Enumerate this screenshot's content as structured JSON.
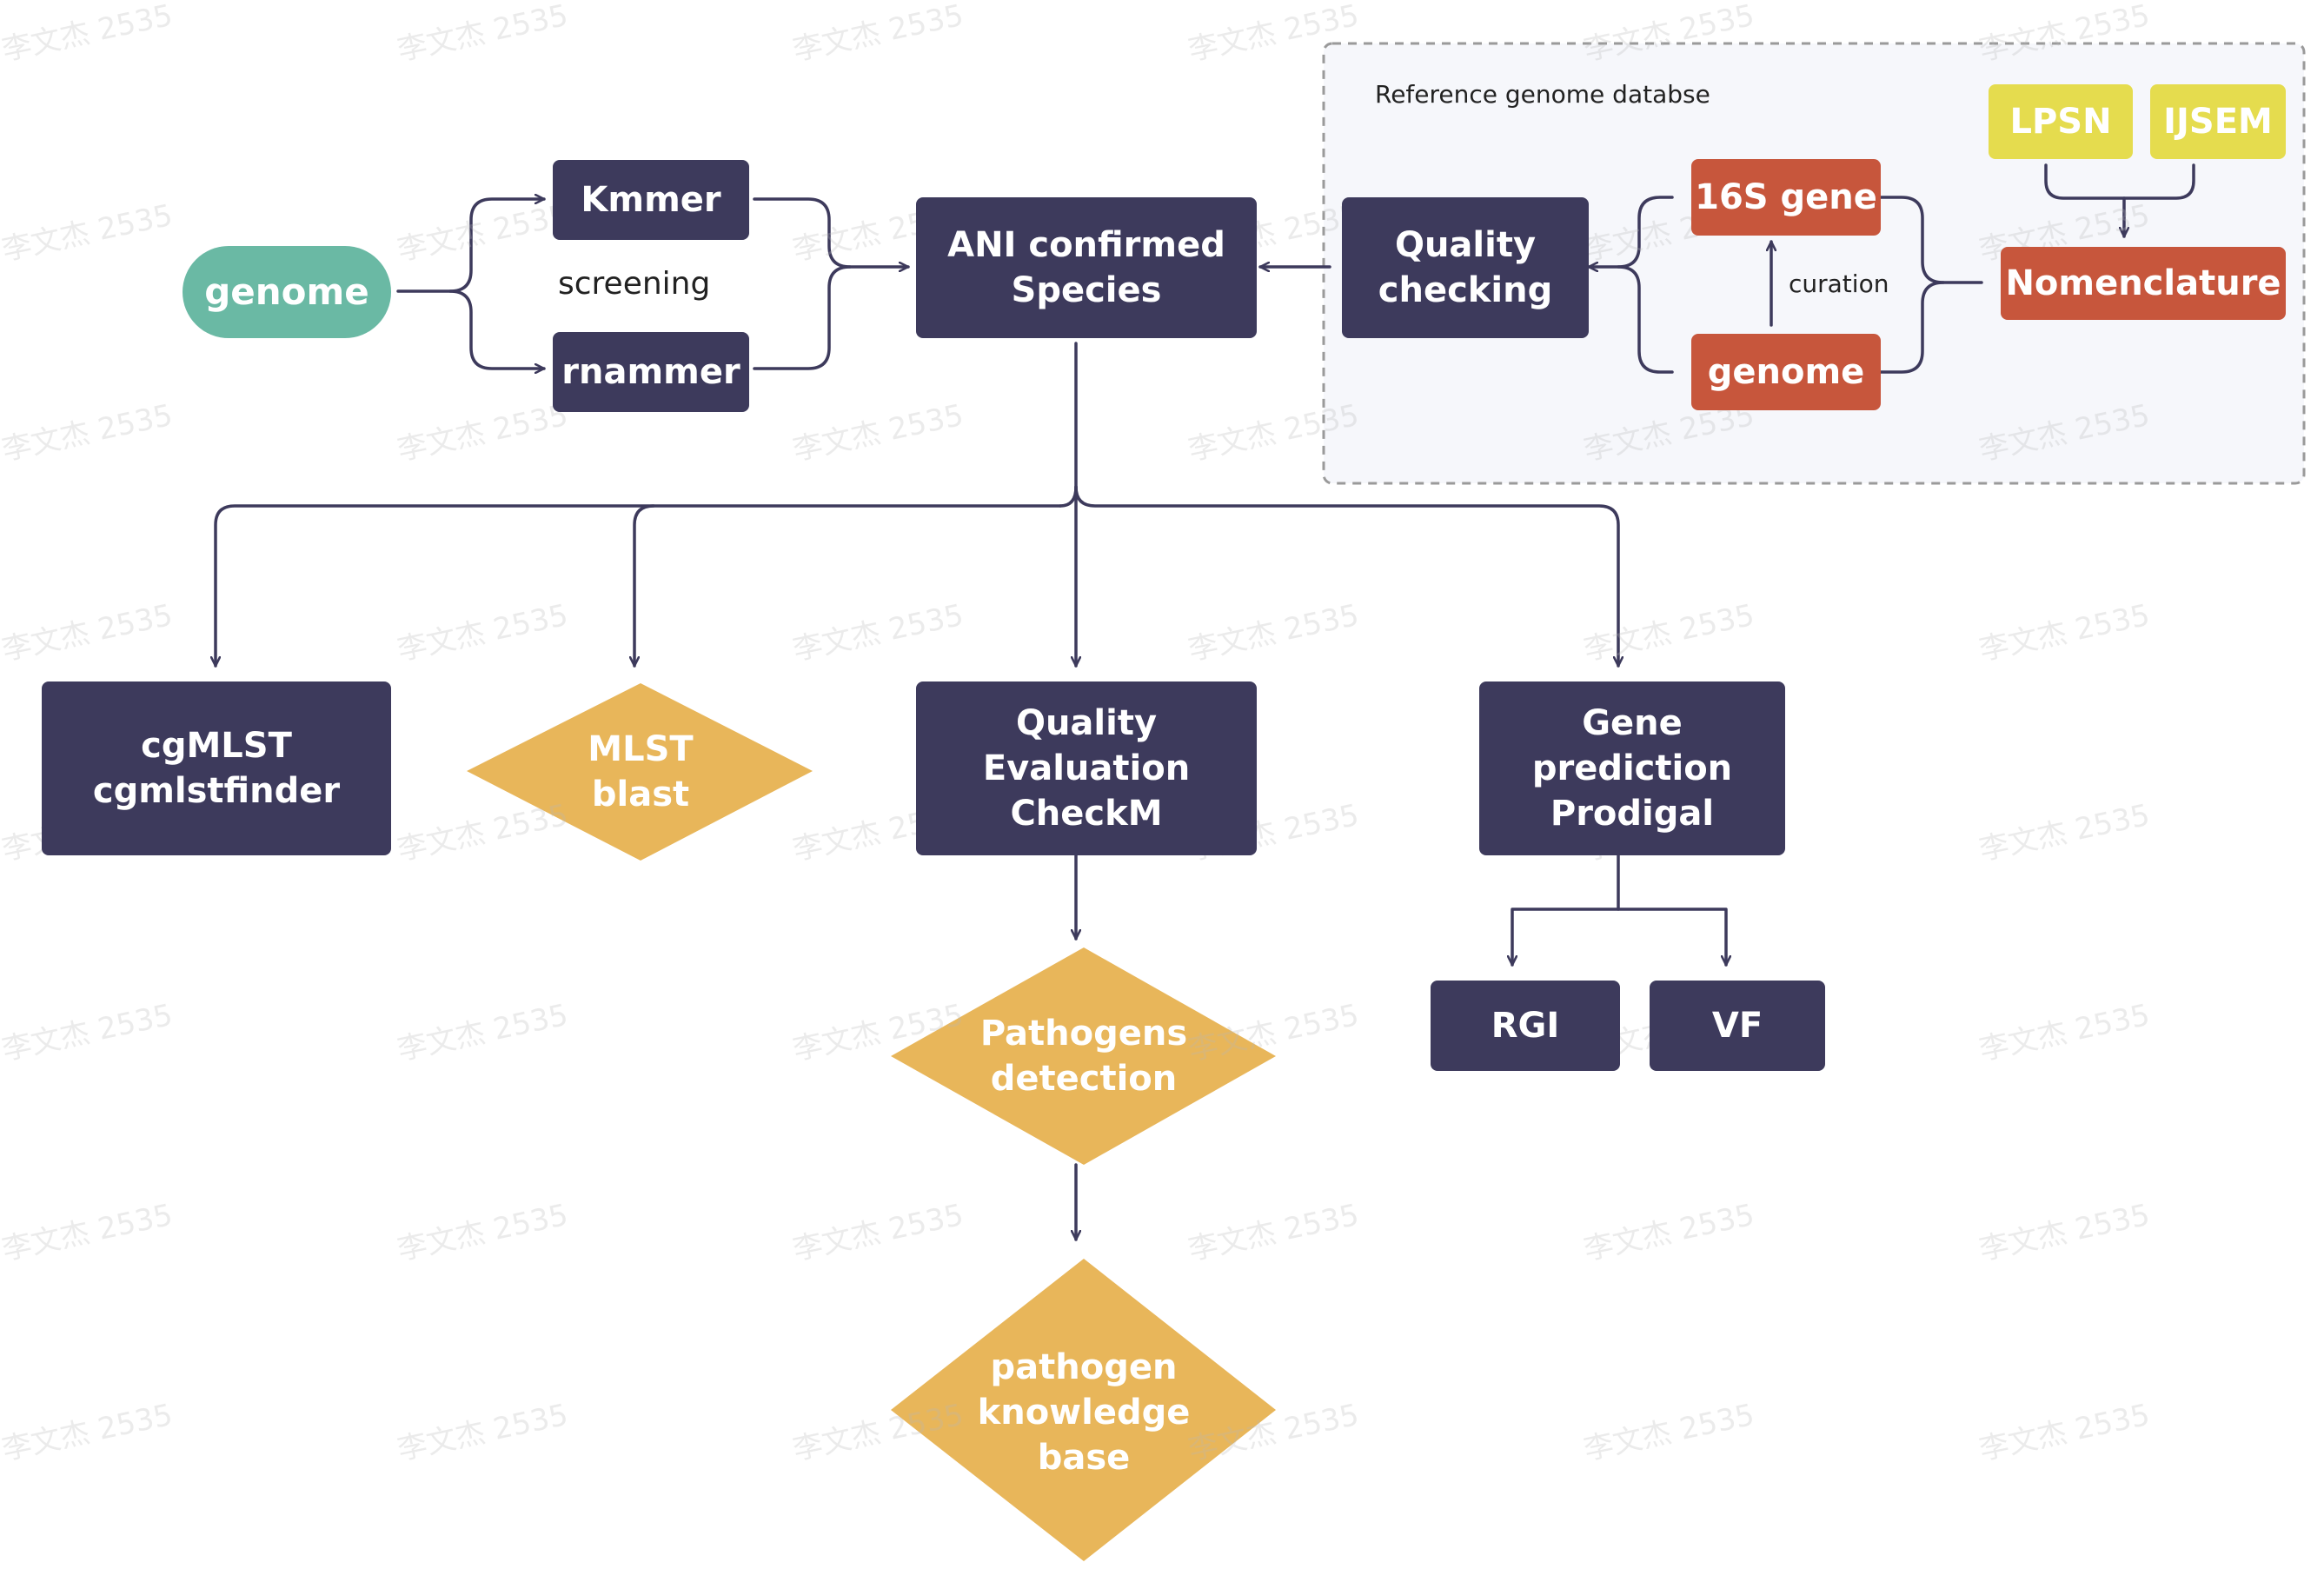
{
  "reference_box": {
    "label": "Reference genome databse"
  },
  "nodes": {
    "genome_input": "genome",
    "kmmer": "Kmmer",
    "rnammer": "rnammer",
    "ani": [
      "ANI confirmed",
      "Species"
    ],
    "quality_checking": [
      "Quality",
      "checking"
    ],
    "gene_16s": "16S gene",
    "genome_ref": "genome",
    "lpsn": "LPSN",
    "ijsem": "IJSEM",
    "nomenclature": "Nomenclature",
    "cgmlst": [
      "cgMLST",
      "cgmlstfinder"
    ],
    "mlst": [
      "MLST",
      "blast"
    ],
    "quality_eval": [
      "Quality",
      "Evaluation",
      "CheckM"
    ],
    "gene_prediction": [
      "Gene prediction",
      "Prodigal"
    ],
    "rgi": "RGI",
    "vf": "VF",
    "pathogens_detection": [
      "Pathogens",
      "detection"
    ],
    "pathogen_kb": [
      "pathogen",
      "knowledge",
      "base"
    ]
  },
  "annotations": {
    "screening": "screening",
    "curation": "curation"
  },
  "watermark": "李文杰 2535",
  "colors": {
    "navy": "#3d3a5c",
    "teal": "#6ab9a4",
    "brick": "#c7563c",
    "lemon": "#e5dc4e",
    "mustard": "#e8b65a",
    "line": "#3d3a5c"
  }
}
